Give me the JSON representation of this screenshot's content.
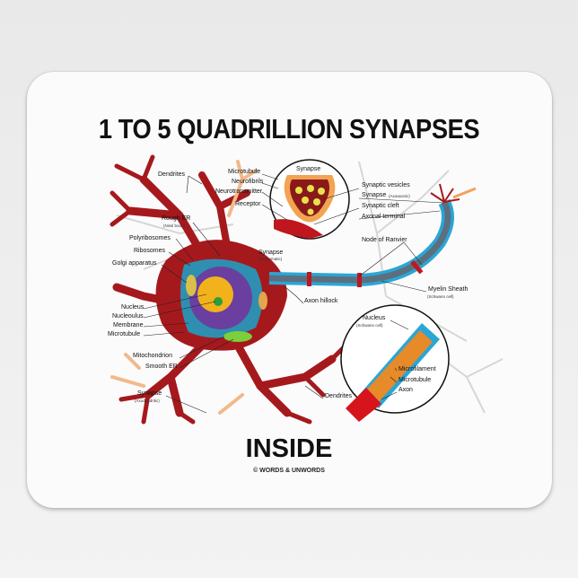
{
  "title": "1 TO 5 QUADRILLION SYNAPSES",
  "subtitle": "INSIDE",
  "copyright": "© WORDS & UNWORDS",
  "colors": {
    "neuron": "#a5191d",
    "myelin": "#2aa6d6",
    "axon": "#5c6f7f",
    "nucleus_region": "#2f8fb0",
    "er": "#6a3fa0",
    "nucleus": "#f2b21c",
    "background": "#ececec",
    "pad": "#fbfbfb"
  },
  "labels": {
    "dendrites_top": "Dendrites",
    "microtubule_top": "Microtubule",
    "neurofibrils": "Neurofibrils",
    "neurotransmitter": "Neurotransmitter",
    "receptor": "Receptor",
    "synapse_circle": "Synapse",
    "rough_er": "Rough ER",
    "rough_er_sub": "(Nissl body)",
    "polyribosomes": "Polyribosomes",
    "ribosomes": "Ribosomes",
    "golgi": "Golgi apparatus",
    "synapse_axosomatic": "Synapse",
    "synapse_axosomatic_sub": "(Axosomatic)",
    "nucleus": "Nucleus",
    "nucleolus": "Nucleoulus",
    "membrane": "Membrane",
    "microtubule_left": "Microtubule",
    "mitochondrion": "Mitochondrion",
    "smooth_er": "Smooth ER",
    "synapse_axodendritic": "Synapse",
    "synapse_axodendritic_sub": "(Axodendritic)",
    "synaptic_vesicles": "Synaptic vesicles",
    "synapse_axoaxonic": "Synapse",
    "synapse_axoaxonic_sub": "(Axoaxonic)",
    "synaptic_cleft": "Synaptic cleft",
    "axonal_terminal": "Axonal terminal",
    "node_of_ranvier": "Node of Ranvier",
    "axon_hillock": "Axon hillock",
    "myelin_sheath": "Myelin Sheath",
    "myelin_sheath_sub": "(Schwann cell)",
    "nucleus_schwann": "Nucleus",
    "nucleus_schwann_sub": "(Schwann cell)",
    "microfilament": "Microfilament",
    "microtubule_axon": "Microtubule",
    "axon": "Axon",
    "dendrites_bottom": "Dendrites"
  }
}
